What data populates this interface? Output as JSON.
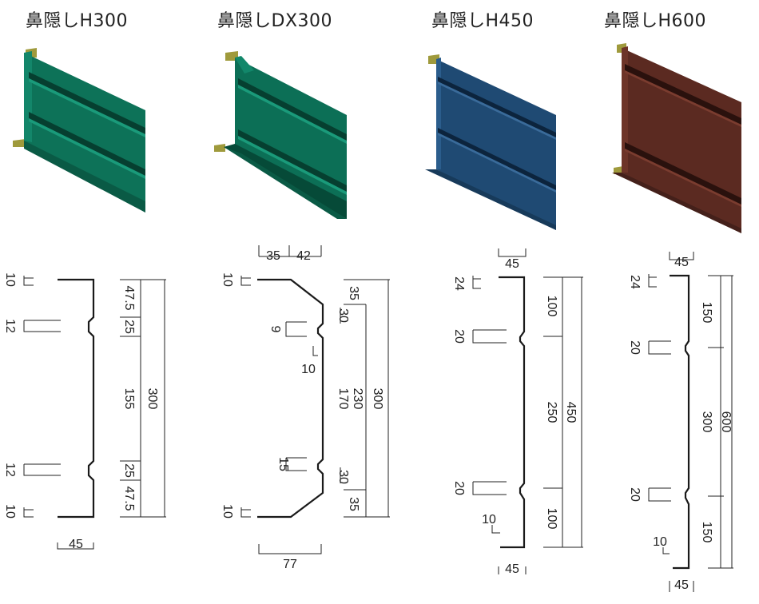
{
  "products": [
    {
      "title": "鼻隠しH300",
      "color": "#0c7257",
      "dims": {
        "top_tab": "10",
        "groove1": "12",
        "groove2": "12",
        "bottom_tab": "10",
        "seg_top": "47.5",
        "seg_groove1": "25",
        "seg_mid": "155",
        "seg_groove2": "25",
        "seg_bottom": "47.5",
        "total": "300",
        "width": "45"
      }
    },
    {
      "title": "鼻隠しDX300",
      "color": "#0b6e56",
      "dims": {
        "top_w1": "35",
        "top_w2": "42",
        "top_tab": "10",
        "groove_small": "9",
        "step": "10",
        "groove_lower": "15",
        "bottom_tab": "10",
        "seg_top": "35",
        "chamfer_top": "30",
        "inner": "170",
        "mid": "230",
        "total": "300",
        "chamfer_bottom": "30",
        "seg_bottom": "35",
        "bottom_width": "77"
      }
    },
    {
      "title": "鼻隠しH450",
      "color": "#1f4a73",
      "dims": {
        "top_width": "45",
        "top_tab": "24",
        "groove1": "20",
        "groove2": "20",
        "hem": "10",
        "seg_top": "100",
        "seg_mid": "250",
        "seg_bottom": "100",
        "total": "450",
        "bottom_width": "45"
      }
    },
    {
      "title": "鼻隠しH600",
      "color": "#5b2a21",
      "dims": {
        "top_width": "45",
        "top_tab": "24",
        "groove1": "20",
        "groove2": "20",
        "hem": "10",
        "seg_top": "150",
        "seg_mid": "300",
        "seg_bottom": "150",
        "total": "600",
        "bottom_width": "45"
      }
    }
  ]
}
